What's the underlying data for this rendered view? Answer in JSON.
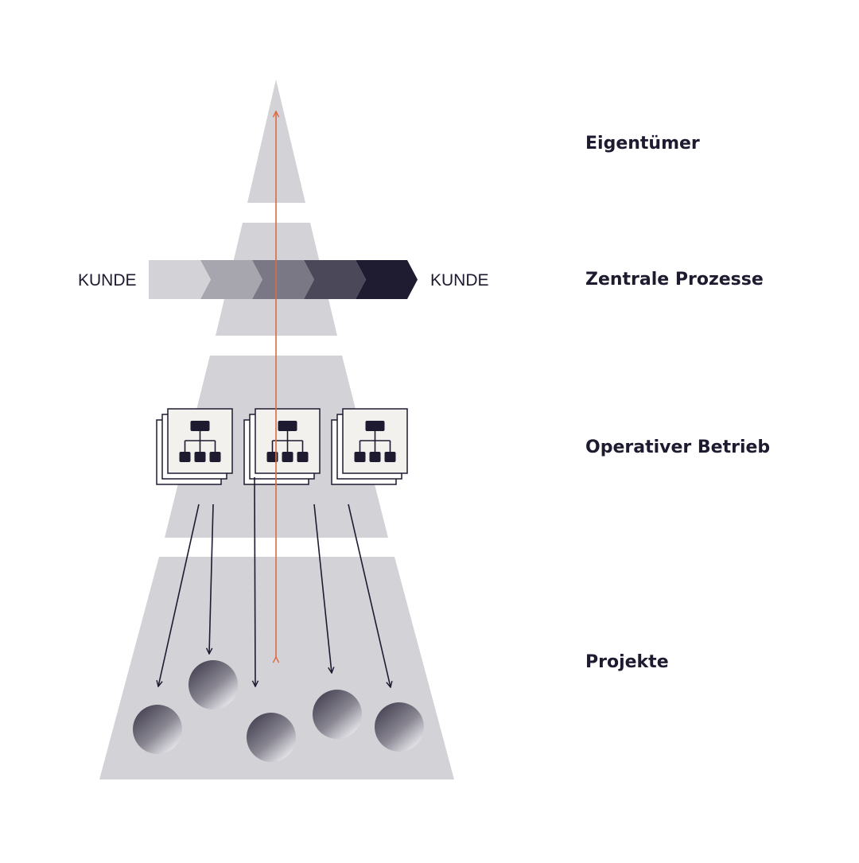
{
  "levels": {
    "owners": "Eigentümer",
    "core_processes": "Zentrale Prozesse",
    "operations": "Operativer Betrieb",
    "projects": "Projekte"
  },
  "process_chain": {
    "left_label": "KUNDE",
    "right_label": "KUNDE",
    "step_colors": [
      "#d3d2d7",
      "#a7a5ae",
      "#7a7885",
      "#4b4859",
      "#1f1c32"
    ]
  },
  "org_charts": {
    "count": 3,
    "icon": "org-chart-icon"
  },
  "projects": {
    "count": 5,
    "icon": "sphere-icon"
  },
  "colors": {
    "pyramid": "#d3d2d7",
    "dark": "#1e1b30",
    "accent_arrow": "#dc6a45",
    "card_fill": "#f2f1ed"
  }
}
